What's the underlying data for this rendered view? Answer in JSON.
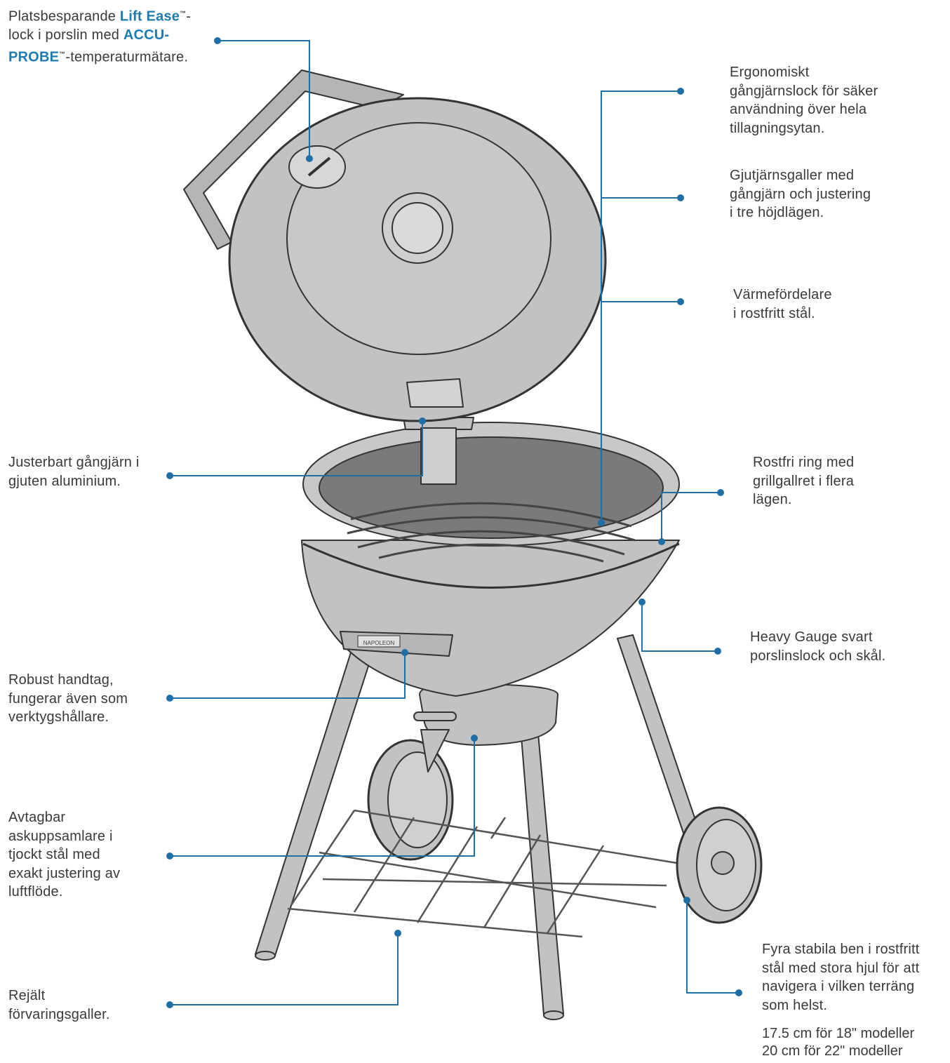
{
  "colors": {
    "text": "#3a3a3a",
    "brand": "#1e7bb0",
    "leader": "#1e6fa6",
    "grill_fill": "#c2c2c2",
    "grill_stroke": "#333333"
  },
  "callouts": {
    "lid": {
      "parts": [
        [
          {
            "t": "Platsbesparande "
          },
          {
            "t": "Lift Ease",
            "brand": true
          },
          {
            "t": "™",
            "tm": true
          },
          {
            "t": "-"
          }
        ],
        [
          {
            "t": "lock i porslin med "
          },
          {
            "t": "ACCU-",
            "brand": true
          }
        ],
        [
          {
            "t": "PROBE",
            "brand": true
          },
          {
            "t": "™",
            "tm": true
          },
          {
            "t": "-temperaturmätare."
          }
        ]
      ]
    },
    "hinge_lid": [
      "Ergonomiskt",
      "gångjärnslock för säker",
      "användning över hela",
      "tillagningsytan."
    ],
    "cast_grate": [
      "Gjutjärnsgaller med",
      "gångjärn och justering",
      "i tre höjdlägen."
    ],
    "heat_diffuser": [
      "Värmefördelare",
      "i rostfritt stål."
    ],
    "hinge_alu": [
      "Justerbart gångjärn i",
      "gjuten aluminium."
    ],
    "ring": [
      "Rostfri ring med",
      "grillgallret i flera",
      "lägen."
    ],
    "bowl": [
      "Heavy Gauge svart",
      "porslinslock och skål."
    ],
    "handle": [
      "Robust handtag,",
      "fungerar även som",
      "verktygshållare."
    ],
    "ash": [
      "Avtagbar",
      "askuppsamlare i",
      "tjockt stål med",
      "exakt justering av",
      "luftflöde."
    ],
    "rack": [
      "Rejält",
      "förvaringsgaller."
    ],
    "legs": [
      "Fyra stabila ben i rostfritt",
      "stål med stora hjul för att",
      "navigera i vilken terräng",
      "som helst."
    ],
    "wheel_note": [
      "17.5 cm för 18\" modeller",
      "20 cm för 22\" modeller"
    ]
  },
  "grill_brand_plate": "NAPOLEON"
}
